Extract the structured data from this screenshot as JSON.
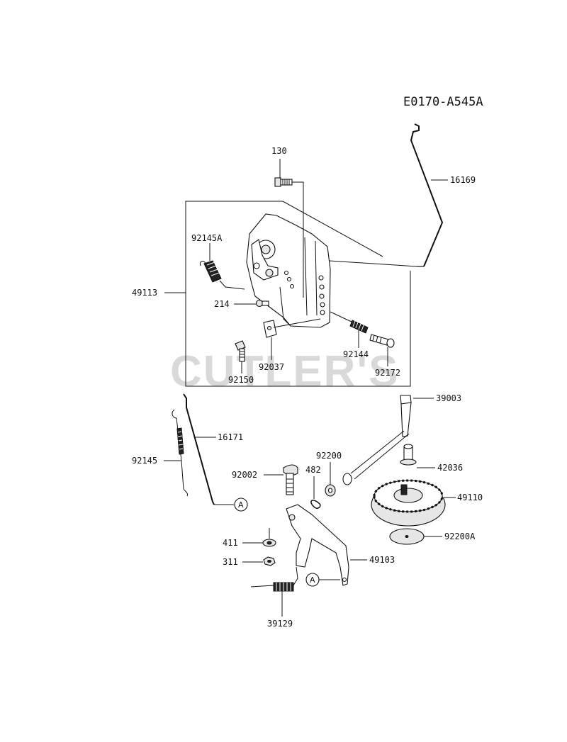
{
  "diagram_code": "E0170-A545A",
  "watermark": "CUTLER'S",
  "ref_marker": "A",
  "parts": {
    "p130": "130",
    "p16169": "16169",
    "p92145A": "92145A",
    "p49113": "49113",
    "p214": "214",
    "p92144": "92144",
    "p92037": "92037",
    "p92172": "92172",
    "p92150": "92150",
    "p39003": "39003",
    "p16171": "16171",
    "p92145": "92145",
    "p92200": "92200",
    "p42036": "42036",
    "p92002": "92002",
    "p482": "482",
    "p49110": "49110",
    "p411": "411",
    "p92200A": "92200A",
    "p311": "311",
    "p49103": "49103",
    "p39129": "39129"
  }
}
